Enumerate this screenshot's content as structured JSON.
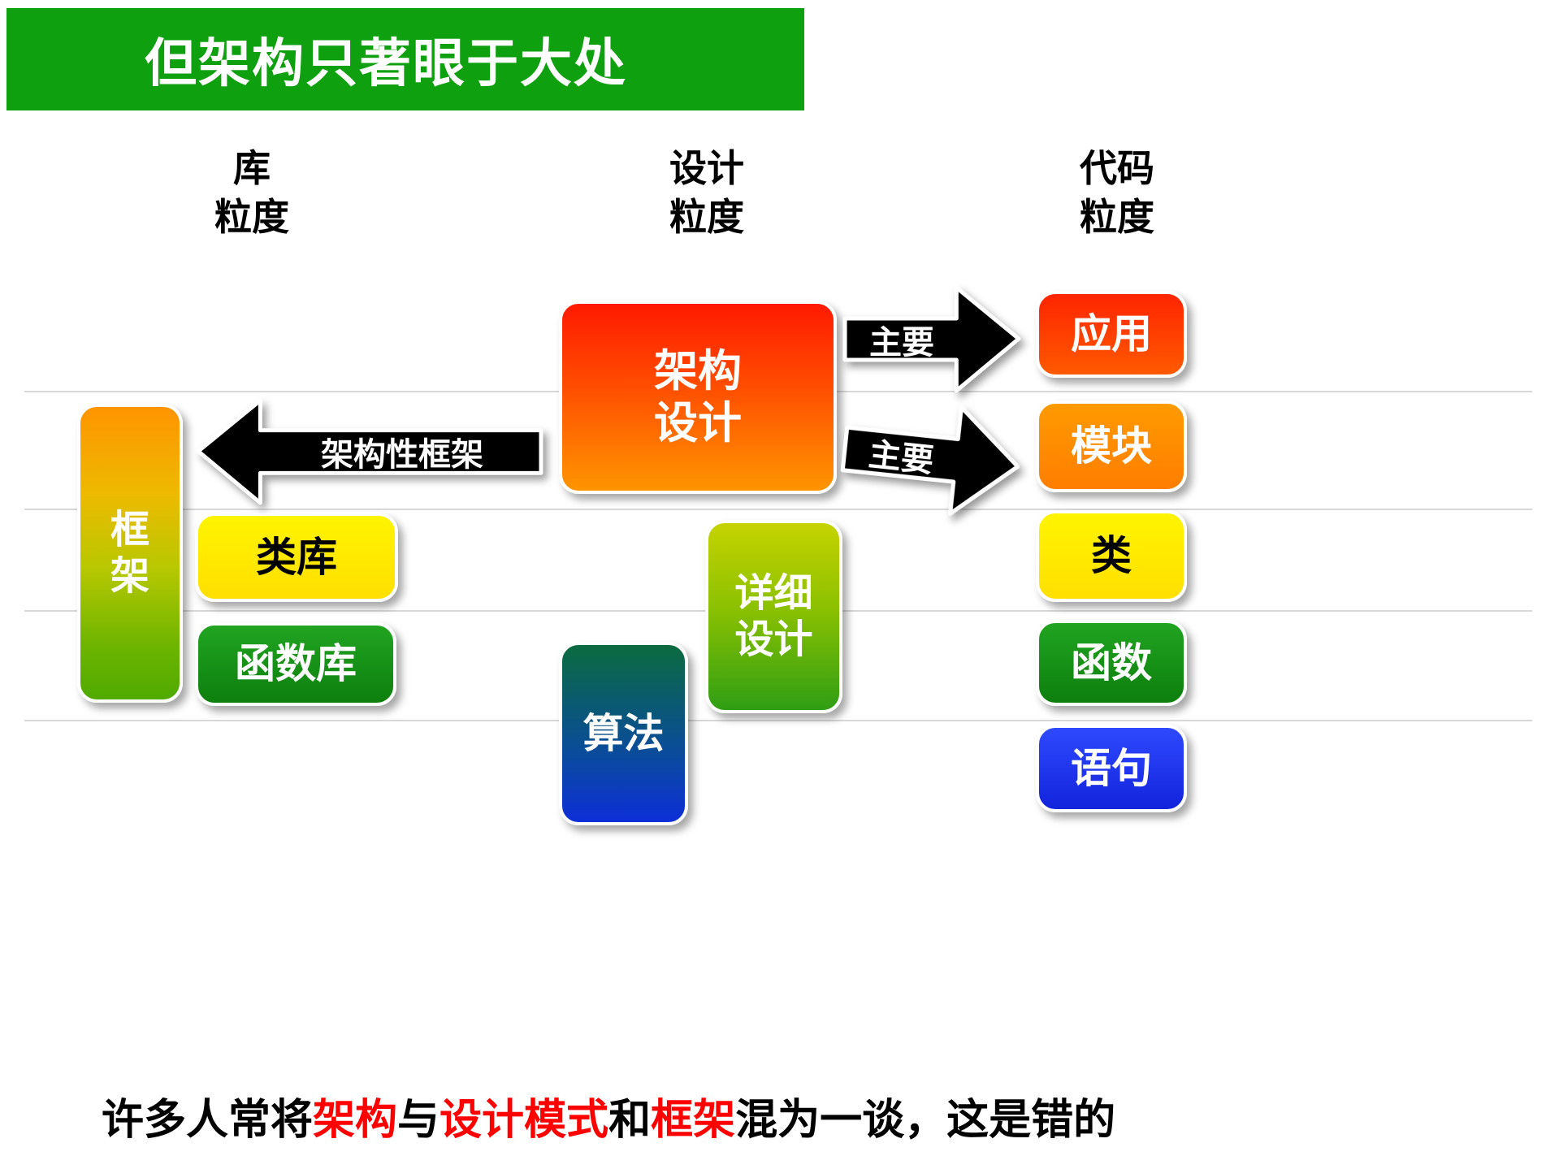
{
  "title": {
    "text": "但架构只著眼于大处"
  },
  "columns": {
    "library": "库\n粒度",
    "design": "设计\n粒度",
    "code": "代码\n粒度"
  },
  "boxes": {
    "framework": "框\n架",
    "class_library": "类库",
    "function_library": "函数库",
    "architecture_design": "架构\n设计",
    "detailed_design": "详细\n设计",
    "algorithm": "算法",
    "application": "应用",
    "module": "模块",
    "class": "类",
    "function": "函数",
    "statement": "语句"
  },
  "arrows": {
    "main_top": "主要",
    "main_bottom": "主要",
    "architectural_framework": "架构性框架"
  },
  "footer": {
    "segments": [
      {
        "text": "许多人常将",
        "color": "#000000"
      },
      {
        "text": "架构",
        "color": "#FF0000"
      },
      {
        "text": "与",
        "color": "#000000"
      },
      {
        "text": "设计模式",
        "color": "#FF0000"
      },
      {
        "text": "和",
        "color": "#000000"
      },
      {
        "text": "框架",
        "color": "#FF0000"
      },
      {
        "text": "混为一谈，这是错的",
        "color": "#000000"
      }
    ]
  },
  "palette": {
    "title_banner_green": "#0FA00F",
    "box_red": "#FF2400",
    "box_orange": "#FF8E00",
    "box_yellow": "#FFEC00",
    "box_green": "#179017",
    "box_blue": "#1E35F0",
    "arrow_black": "#000000",
    "grid_line": "#D8D8D8",
    "highlight_red_text": "#FF0000"
  }
}
